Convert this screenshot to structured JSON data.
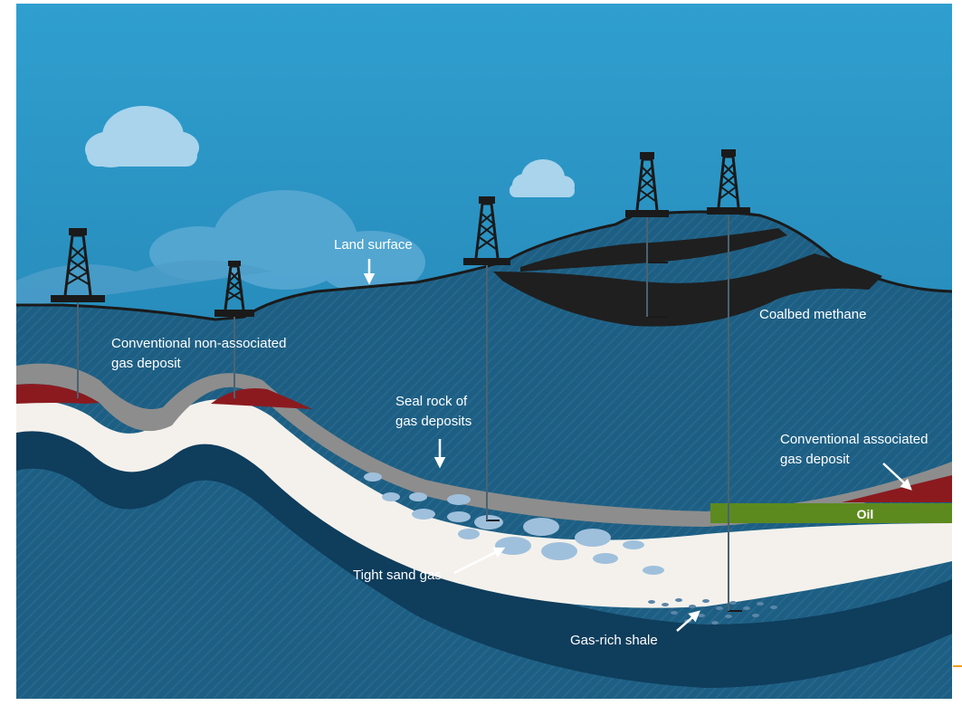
{
  "labels": {
    "land_surface": "Land surface",
    "coalbed_methane": "Coalbed methane",
    "conventional_non_associated_line1": "Conventional non-associated",
    "conventional_non_associated_line2": "gas deposit",
    "seal_rock_line1": "Seal rock of",
    "seal_rock_line2": "gas deposits",
    "conventional_associated_line1": "Conventional associated",
    "conventional_associated_line2": "gas deposit",
    "oil": "Oil",
    "tight_sand_gas": "Tight sand gas",
    "gas_rich_shale": "Gas-rich shale"
  },
  "colors": {
    "sky_top": "#2f9fcf",
    "sky_bottom": "#1f77a6",
    "ground": "#1d5f84",
    "deep_ground": "#184f70",
    "seal_rock": "#8d8d8d",
    "gas_deposit": "#8b1a1f",
    "sand_layer": "#f4f1ec",
    "shale_layer": "#0f3d5c",
    "coal_seam": "#1f1f1f",
    "oil": "#5c8a1e",
    "gas_bubble": "#9fc0dc",
    "accent_line": "#f0a020"
  }
}
